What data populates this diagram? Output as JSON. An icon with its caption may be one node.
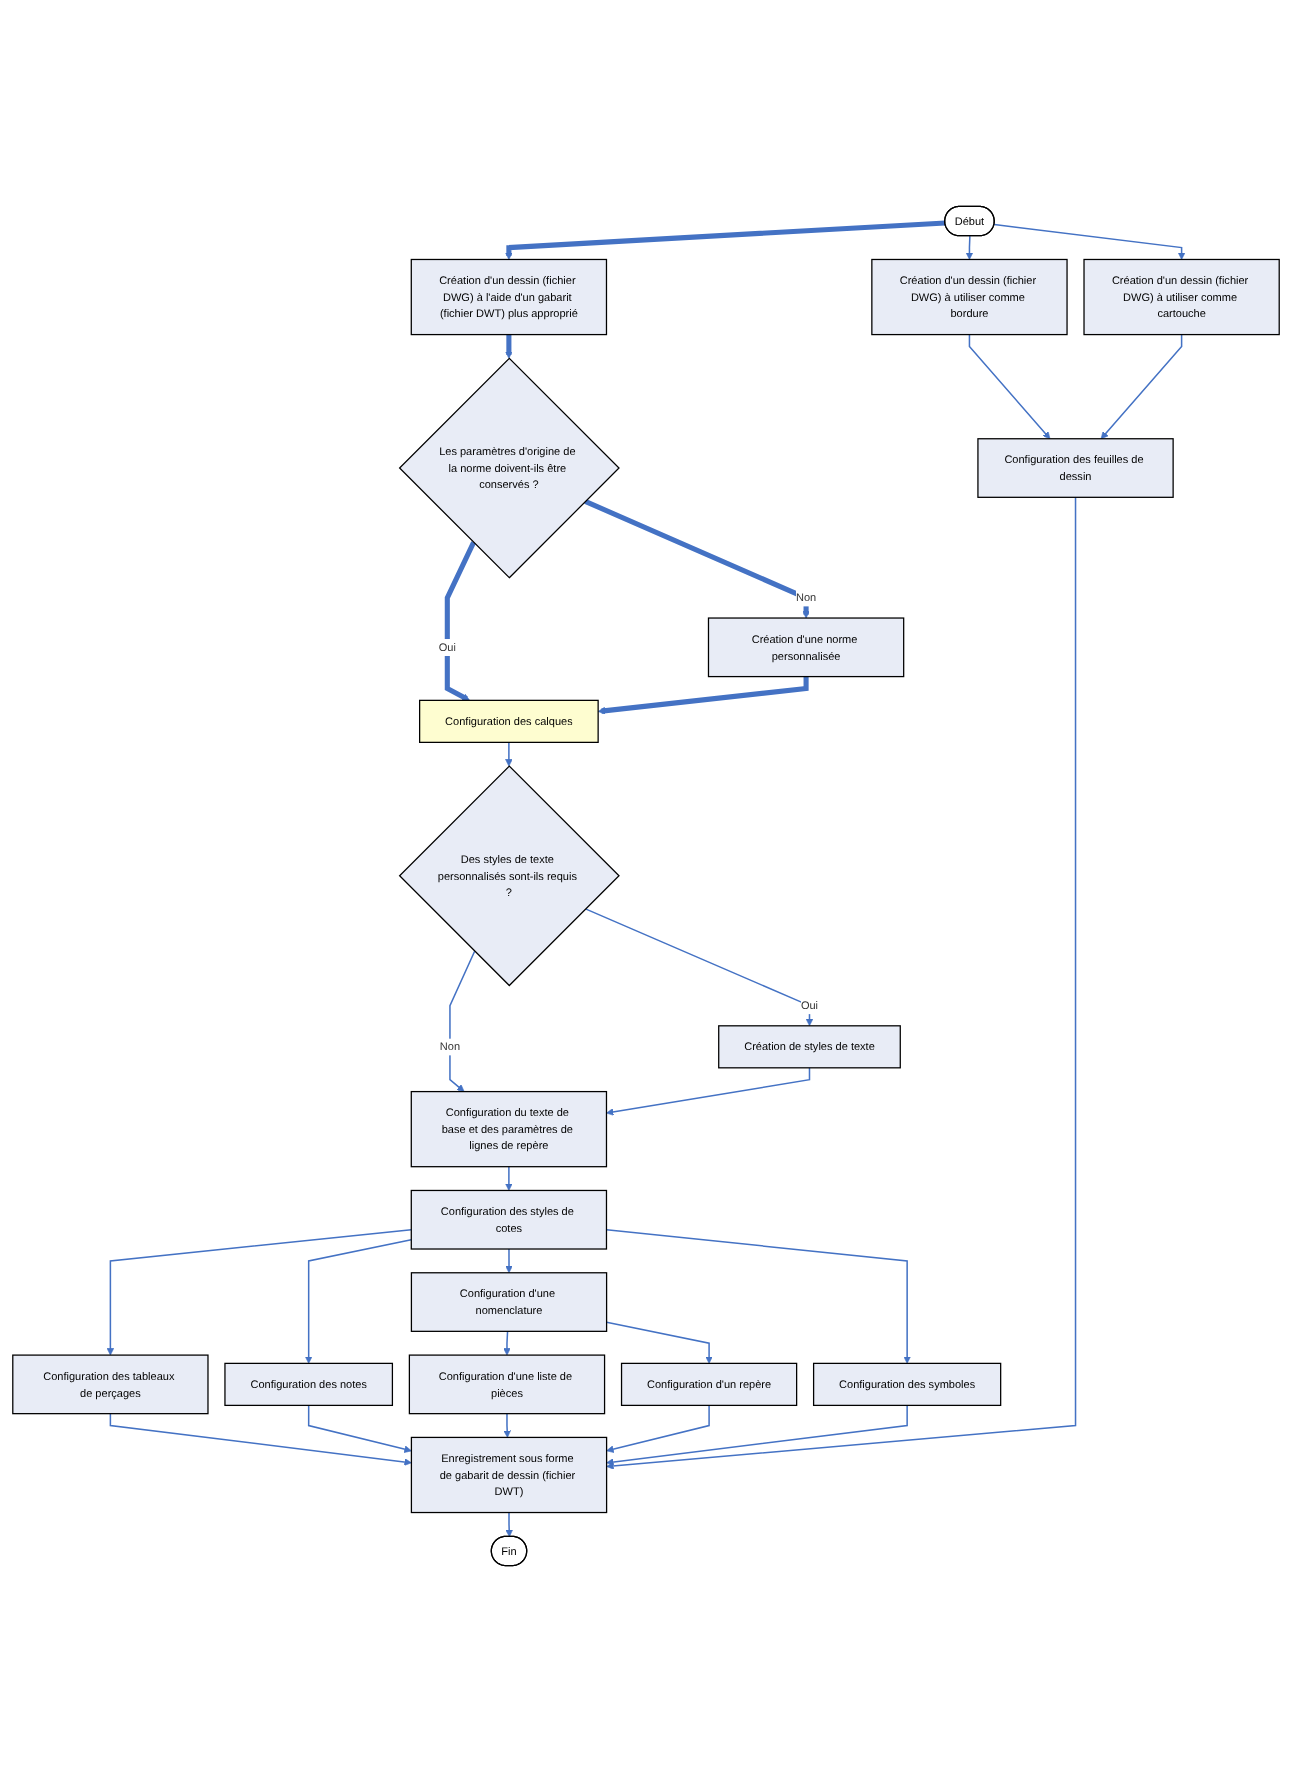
{
  "diagram": {
    "nodes": [
      {
        "text": [
          "Début"
        ]
      },
      {
        "text": [
          "Création d'un dessin (fichier DWG) à l'aide d'un gabarit (fichier DWT) plus approprié"
        ]
      },
      {
        "text": [
          "Les paramètres d'origine de la norme doivent-ils être conservés ?"
        ]
      },
      {
        "text": [
          "Création d'une norme personnalisée"
        ]
      },
      {
        "text": [
          "Configuration des calques"
        ]
      },
      {
        "text": [
          "Des styles de texte personnalisés sont-ils requis ?"
        ]
      },
      {
        "text": [
          "Création de styles de texte"
        ]
      },
      {
        "text": [
          "Configuration du texte de base et des paramètres de lignes de repère"
        ]
      },
      {
        "text": [
          "Configuration des styles de cotes"
        ]
      },
      {
        "text": [
          "Création d'un dessin (fichier DWG) à utiliser comme bordure"
        ]
      },
      {
        "text": [
          "Création d'un dessin (fichier DWG) à utiliser comme cartouche"
        ]
      },
      {
        "text": [
          "Configuration des feuilles de dessin"
        ]
      },
      {
        "text": [
          "Configuration des tableaux de perçages"
        ]
      },
      {
        "text": [
          "Configuration des notes"
        ]
      },
      {
        "text": [
          "Configuration d'une nomenclature"
        ]
      },
      {
        "text": [
          "Configuration des symboles"
        ]
      },
      {
        "text": [
          "Configuration d'une liste de pièces"
        ]
      },
      {
        "text": [
          "Configuration d'un repère"
        ]
      },
      {
        "text": [
          "Enregistrement sous forme de gabarit de dessin (fichier DWT)"
        ]
      },
      {
        "text": [
          "Fin"
        ]
      }
    ],
    "edges": [
      {
        "from": 0,
        "to": 1,
        "arrow": "to",
        "style": "thick"
      },
      {
        "from": 1,
        "to": 2,
        "arrow": "to",
        "style": "thick"
      },
      {
        "from": 2,
        "to": 3,
        "arrow": "to",
        "label": "Non",
        "style": "thick"
      },
      {
        "from": 2,
        "to": 4,
        "arrow": "to",
        "label": "Oui",
        "style": "thick"
      },
      {
        "from": 3,
        "to": 4,
        "arrow": "to",
        "style": "thick"
      },
      {
        "from": 0,
        "to": 9,
        "arrow": "to"
      },
      {
        "from": 0,
        "to": 10,
        "arrow": "to"
      },
      {
        "from": 4,
        "to": 5,
        "arrow": "to"
      },
      {
        "from": 5,
        "to": 6,
        "arrow": "to",
        "label": "Oui"
      },
      {
        "from": 5,
        "to": 7,
        "arrow": "to",
        "label": "Non"
      },
      {
        "from": 6,
        "to": 7,
        "arrow": "to"
      },
      {
        "from": 7,
        "to": 8,
        "arrow": "to"
      },
      {
        "from": 8,
        "to": 12,
        "arrow": "to"
      },
      {
        "from": 8,
        "to": 13,
        "arrow": "to"
      },
      {
        "from": 8,
        "to": 14,
        "arrow": "to"
      },
      {
        "from": 8,
        "to": 15,
        "arrow": "to"
      },
      {
        "from": 14,
        "to": 16,
        "arrow": "to"
      },
      {
        "from": 14,
        "to": 17,
        "arrow": "to"
      },
      {
        "from": 9,
        "to": 11,
        "arrow": "to"
      },
      {
        "from": 10,
        "to": 11,
        "arrow": "to"
      },
      {
        "from": 12,
        "to": 18,
        "arrow": "to"
      },
      {
        "from": 13,
        "to": 18,
        "arrow": "to"
      },
      {
        "from": 16,
        "to": 18,
        "arrow": "to"
      },
      {
        "from": 17,
        "to": 18,
        "arrow": "to"
      },
      {
        "from": 15,
        "to": 18,
        "arrow": "to"
      },
      {
        "from": 11,
        "to": 18,
        "arrow": "to"
      },
      {
        "from": 18,
        "to": 19,
        "arrow": "to"
      }
    ]
  }
}
